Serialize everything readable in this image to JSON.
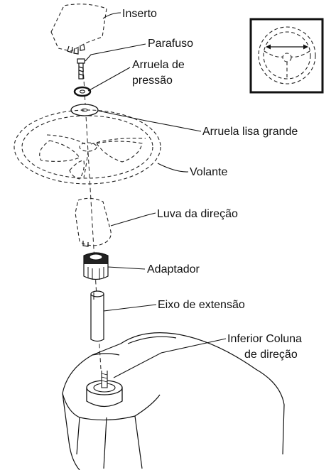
{
  "labels": {
    "insert": "Inserto",
    "bolt": "Parafuso",
    "lock_washer_line1": "Arruela de",
    "lock_washer_line2": "pressão",
    "large_flat_washer": "Arruela lisa grande",
    "steering_wheel": "Volante",
    "steering_sleeve": "Luva da direção",
    "adapter": "Adaptador",
    "extension_shaft": "Eixo de extensão",
    "steering_column_line1": "Inferior Coluna",
    "steering_column_line2": "de direção"
  },
  "colors": {
    "line": "#111111",
    "background": "#ffffff"
  }
}
